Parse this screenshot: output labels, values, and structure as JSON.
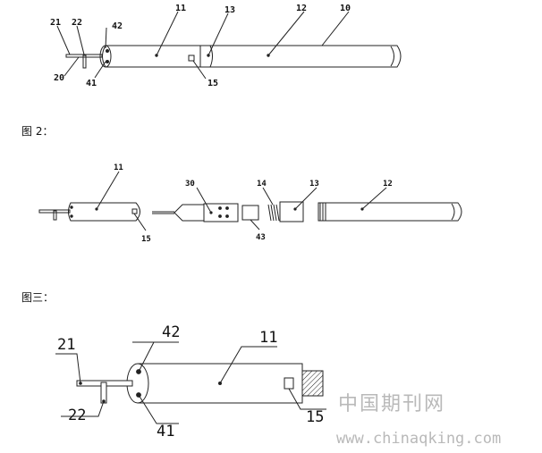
{
  "captions": {
    "fig2": "图 2：",
    "fig3": "图三："
  },
  "labels": {
    "f1": {
      "l21": "21",
      "l22": "22",
      "l42": "42",
      "l11": "11",
      "l13": "13",
      "l12": "12",
      "l10": "10",
      "l20": "20",
      "l41": "41",
      "l15": "15"
    },
    "f2": {
      "l11": "11",
      "l30": "30",
      "l14": "14",
      "l13": "13",
      "l12": "12",
      "l15": "15",
      "l43": "43"
    },
    "f3": {
      "l42": "42",
      "l11": "11",
      "l21": "21",
      "l22": "22",
      "l41": "41",
      "l15": "15"
    }
  },
  "watermark": {
    "cn": "中国期刊网",
    "url": "www.chinaqking.com"
  }
}
